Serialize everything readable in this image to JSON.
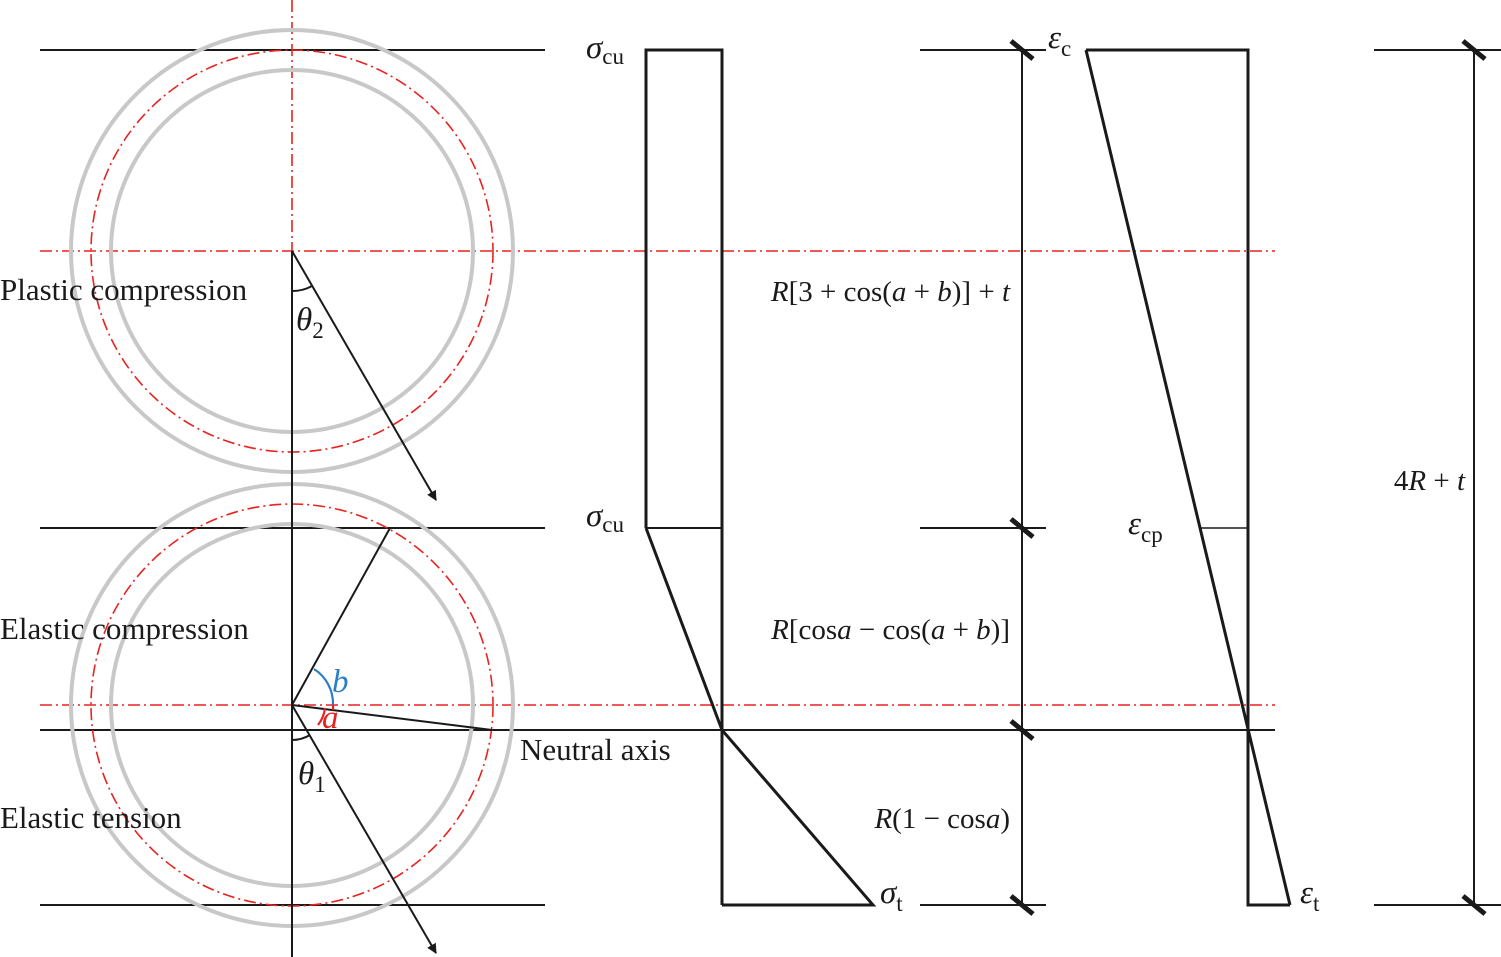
{
  "colors": {
    "line": "#1a1a1a",
    "tube": "#c8c8c8",
    "axis": "#e8231f",
    "angle_b": "#2a7fc4",
    "angle_a": "#e8231f"
  },
  "regions": {
    "plastic": "Plastic compression",
    "elastic_comp": "Elastic compression",
    "elastic_tension": "Elastic tension"
  },
  "neutral_axis": "Neutral axis",
  "angles": {
    "theta2": {
      "base": "θ",
      "sub": "2"
    },
    "theta1": {
      "base": "θ",
      "sub": "1"
    },
    "a": "a",
    "b": "b"
  },
  "stress": {
    "top": {
      "base": "σ",
      "sub": "cu"
    },
    "mid": {
      "base": "σ",
      "sub": "cu"
    },
    "bottom": {
      "base": "σ",
      "sub": "t"
    }
  },
  "strain": {
    "top": {
      "base": "ε",
      "sub": "c"
    },
    "mid": {
      "base": "ε",
      "sub": "cp"
    },
    "bottom": {
      "base": "ε",
      "sub": "t"
    }
  },
  "dimensions": {
    "plastic": {
      "p1": "R",
      "p2": "[3 + cos(",
      "p3": "a",
      "p4": " + ",
      "p5": "b",
      "p6": ")] + ",
      "p7": "t"
    },
    "elastic": {
      "p1": "R",
      "p2": "[cos",
      "p3": "a",
      "p4": " − cos(",
      "p5": "a",
      "p6": " + ",
      "p7": "b",
      "p8": ")]"
    },
    "tension": {
      "p1": "R",
      "p2": "(1 − cos",
      "p3": "a",
      "p4": ")"
    },
    "total": {
      "p1": "4",
      "p2": "R",
      "p3": " + ",
      "p4": "t"
    }
  }
}
